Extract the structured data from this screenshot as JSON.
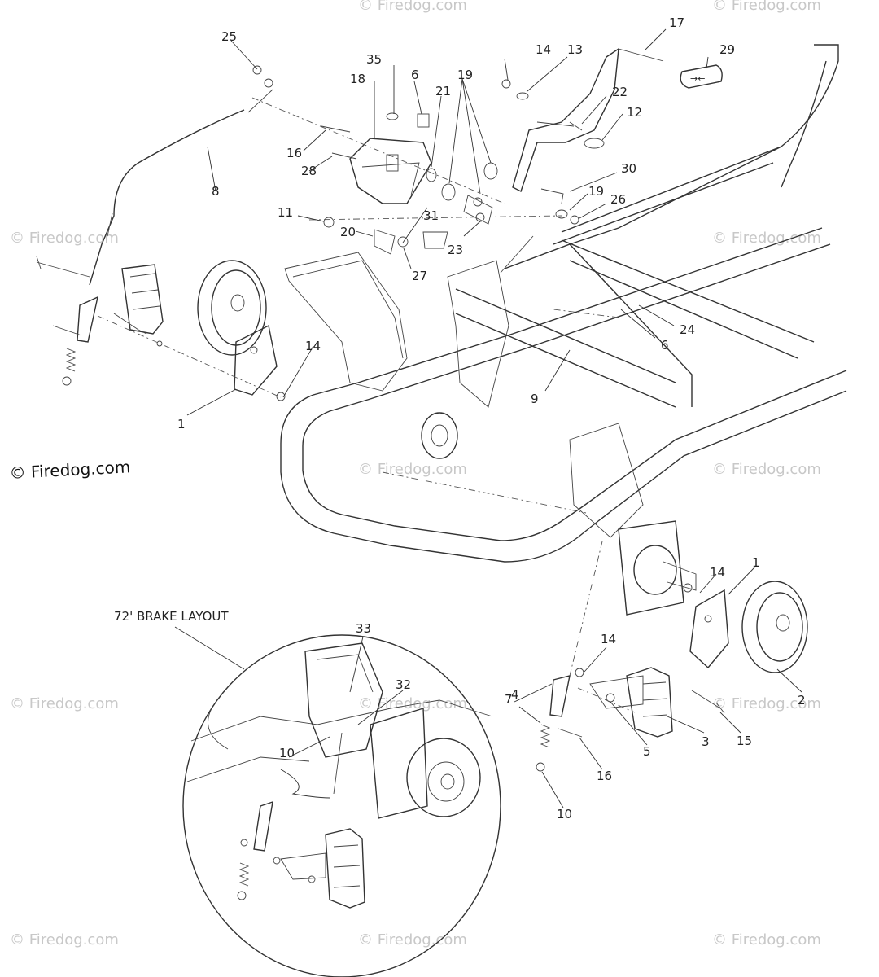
{
  "watermark": "© Firedog.com",
  "main_watermark": "© Firedog.com",
  "inset_title": "72' BRAKE LAYOUT",
  "tag_29_text": "→←",
  "callouts": {
    "c1a": "1",
    "c1b": "1",
    "c2": "2",
    "c3": "3",
    "c4": "4",
    "c5": "5",
    "c6a": "6",
    "c6b": "6",
    "c7": "7",
    "c8": "8",
    "c9": "9",
    "c10a": "10",
    "c10b": "10",
    "c11": "11",
    "c12": "12",
    "c13": "13",
    "c14a": "14",
    "c14b": "14",
    "c14c": "14",
    "c14d": "14",
    "c15": "15",
    "c16a": "16",
    "c16b": "16",
    "c17": "17",
    "c18": "18",
    "c19a": "19",
    "c19b": "19",
    "c20": "20",
    "c21": "21",
    "c22": "22",
    "c23": "23",
    "c24": "24",
    "c25": "25",
    "c26": "26",
    "c27": "27",
    "c28": "28",
    "c29": "29",
    "c30": "30",
    "c31": "31",
    "c32": "32",
    "c33": "33",
    "c35": "35"
  }
}
